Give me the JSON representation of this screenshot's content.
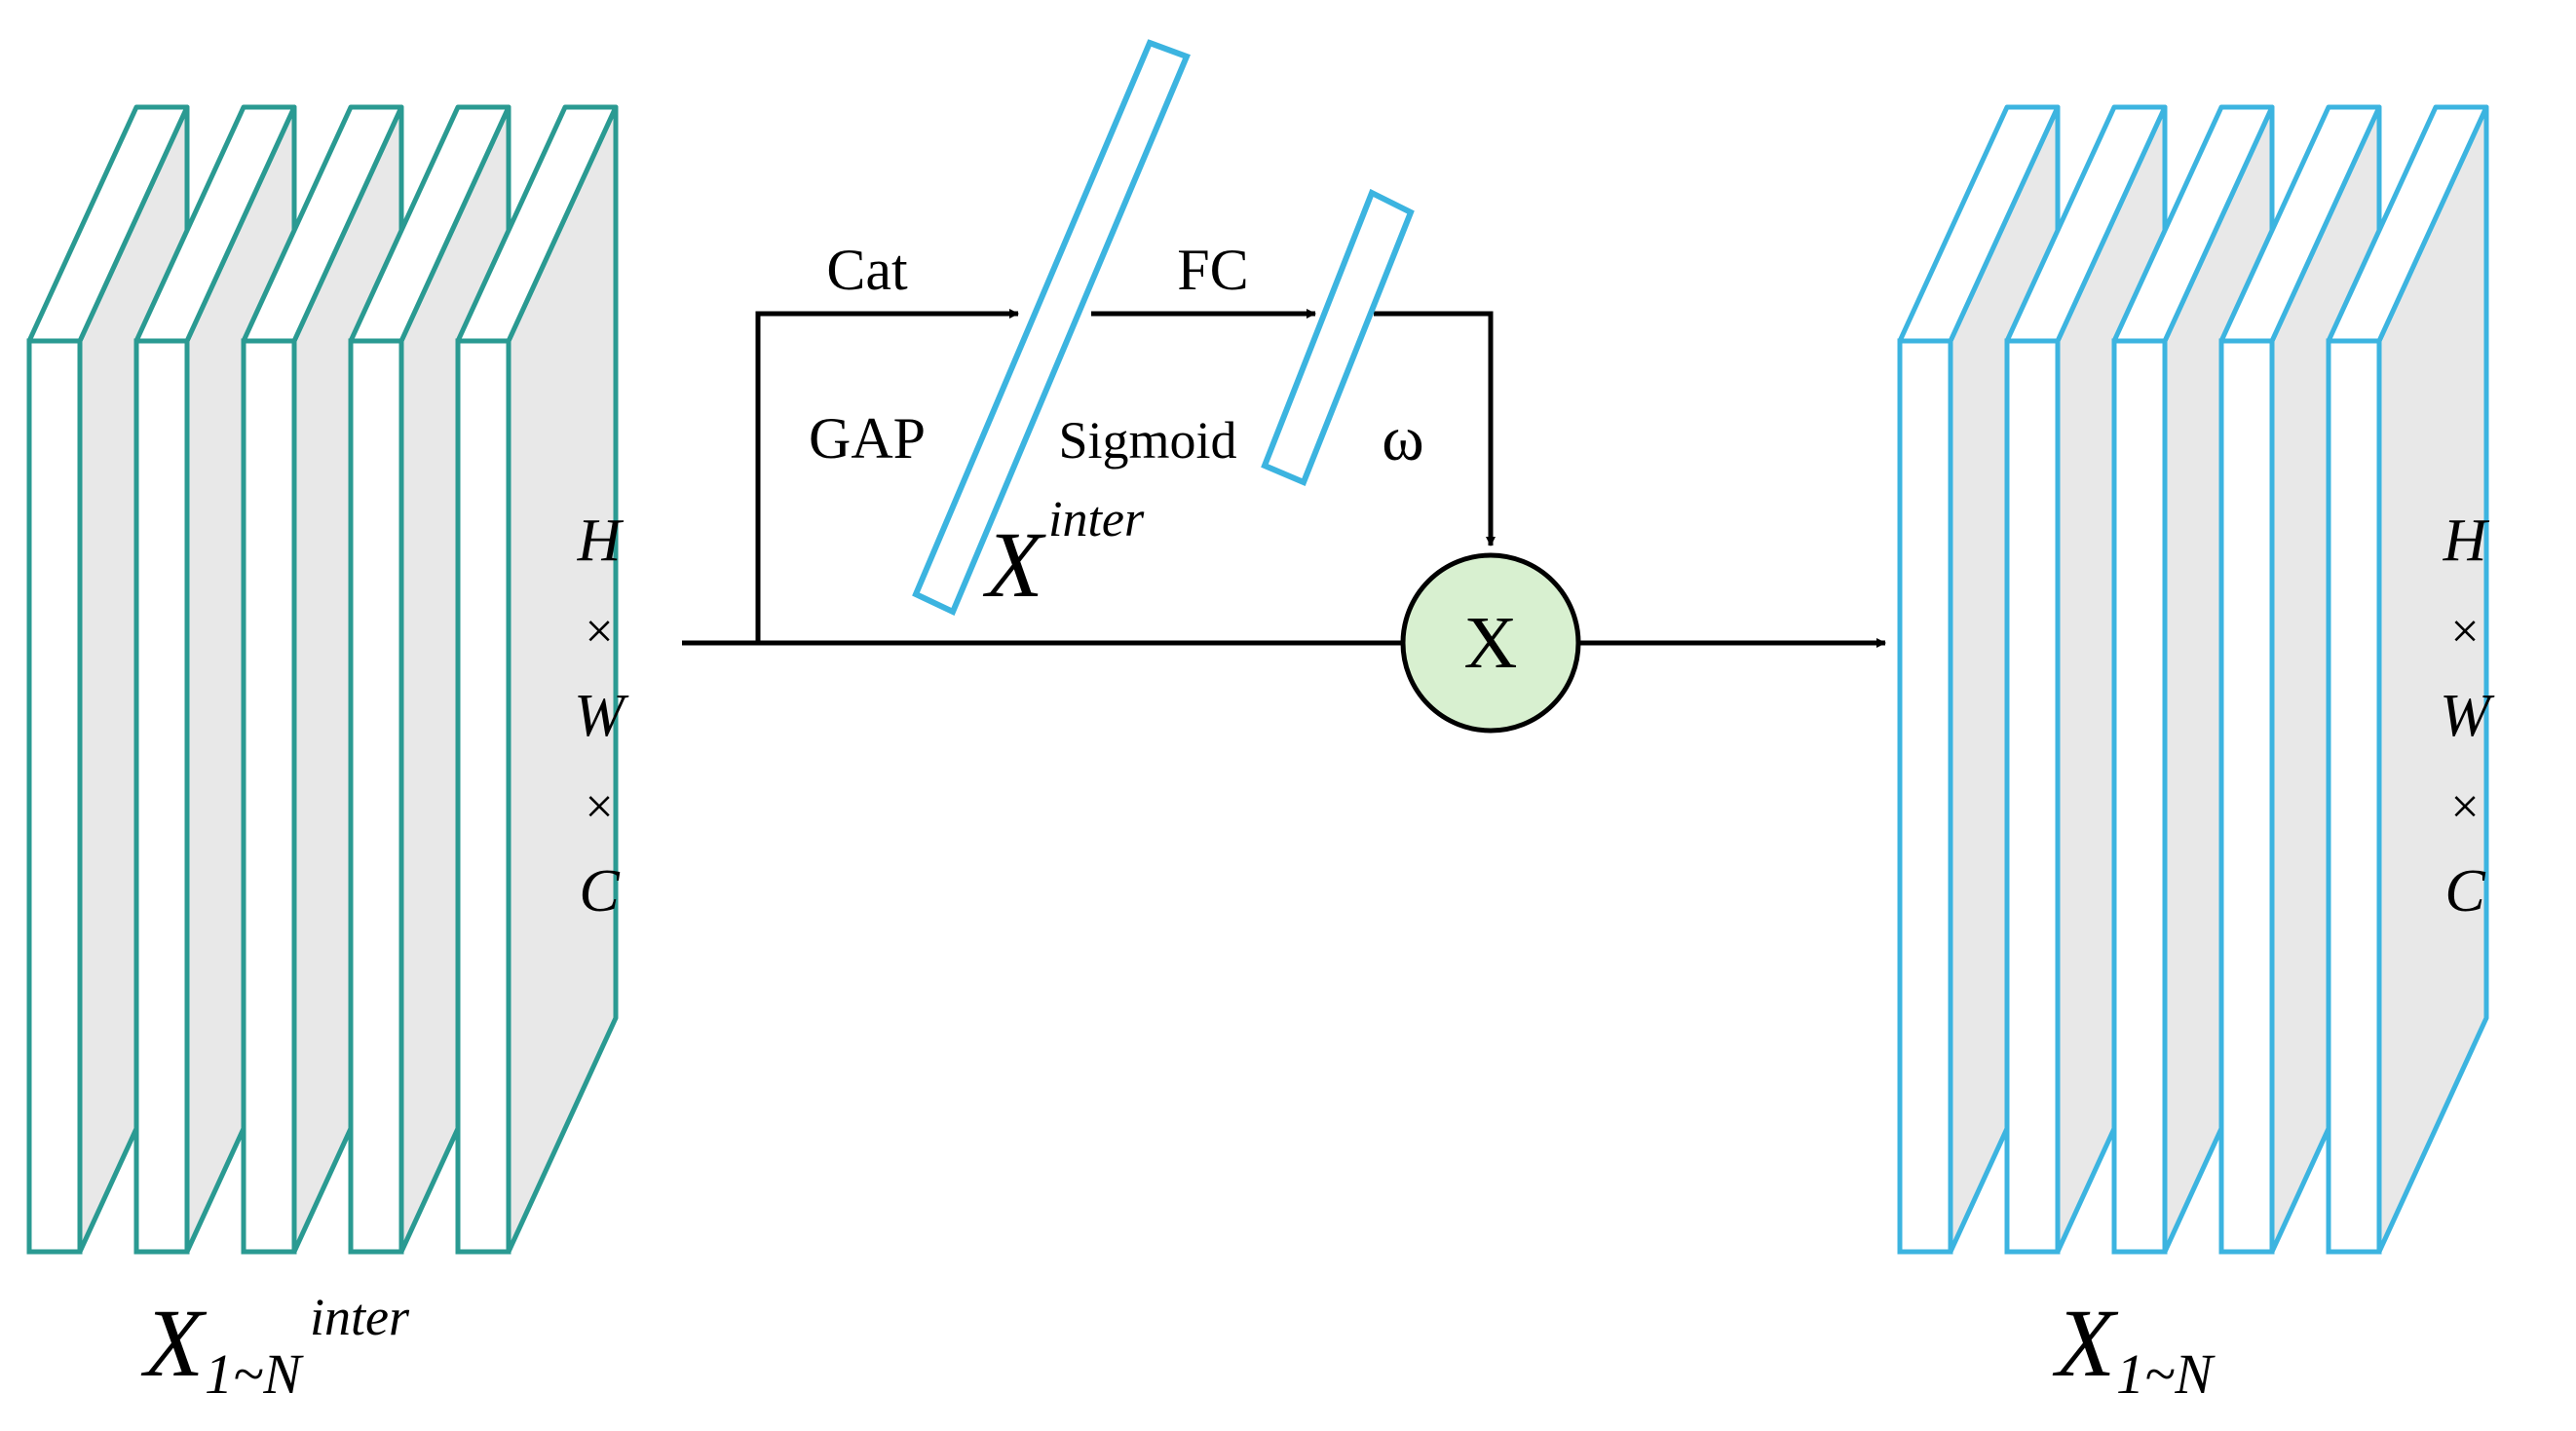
{
  "diagram": {
    "left_stack": {
      "dims": {
        "h": "H",
        "times1": "×",
        "w": "W",
        "times2": "×",
        "c": "C"
      },
      "label": {
        "base": "X",
        "sub": "1~N",
        "sup": "inter"
      },
      "color": "#2a9a92"
    },
    "right_stack": {
      "dims": {
        "h": "H",
        "times1": "×",
        "w": "W",
        "times2": "×",
        "c": "C"
      },
      "label": {
        "base": "X",
        "sub": "1~N"
      },
      "color": "#3cb4e0"
    },
    "ops": {
      "cat": "Cat",
      "gap": "GAP",
      "fc": "FC",
      "sigmoid": "Sigmoid",
      "omega": "ω",
      "multiply": "X"
    },
    "inter_label": {
      "base": "X",
      "sup": "inter"
    },
    "colors": {
      "line": "#000000",
      "bar_stroke": "#3cb4e0",
      "multiply_fill": "#d8f0d0",
      "slice_side": "#e8e8e8"
    }
  }
}
